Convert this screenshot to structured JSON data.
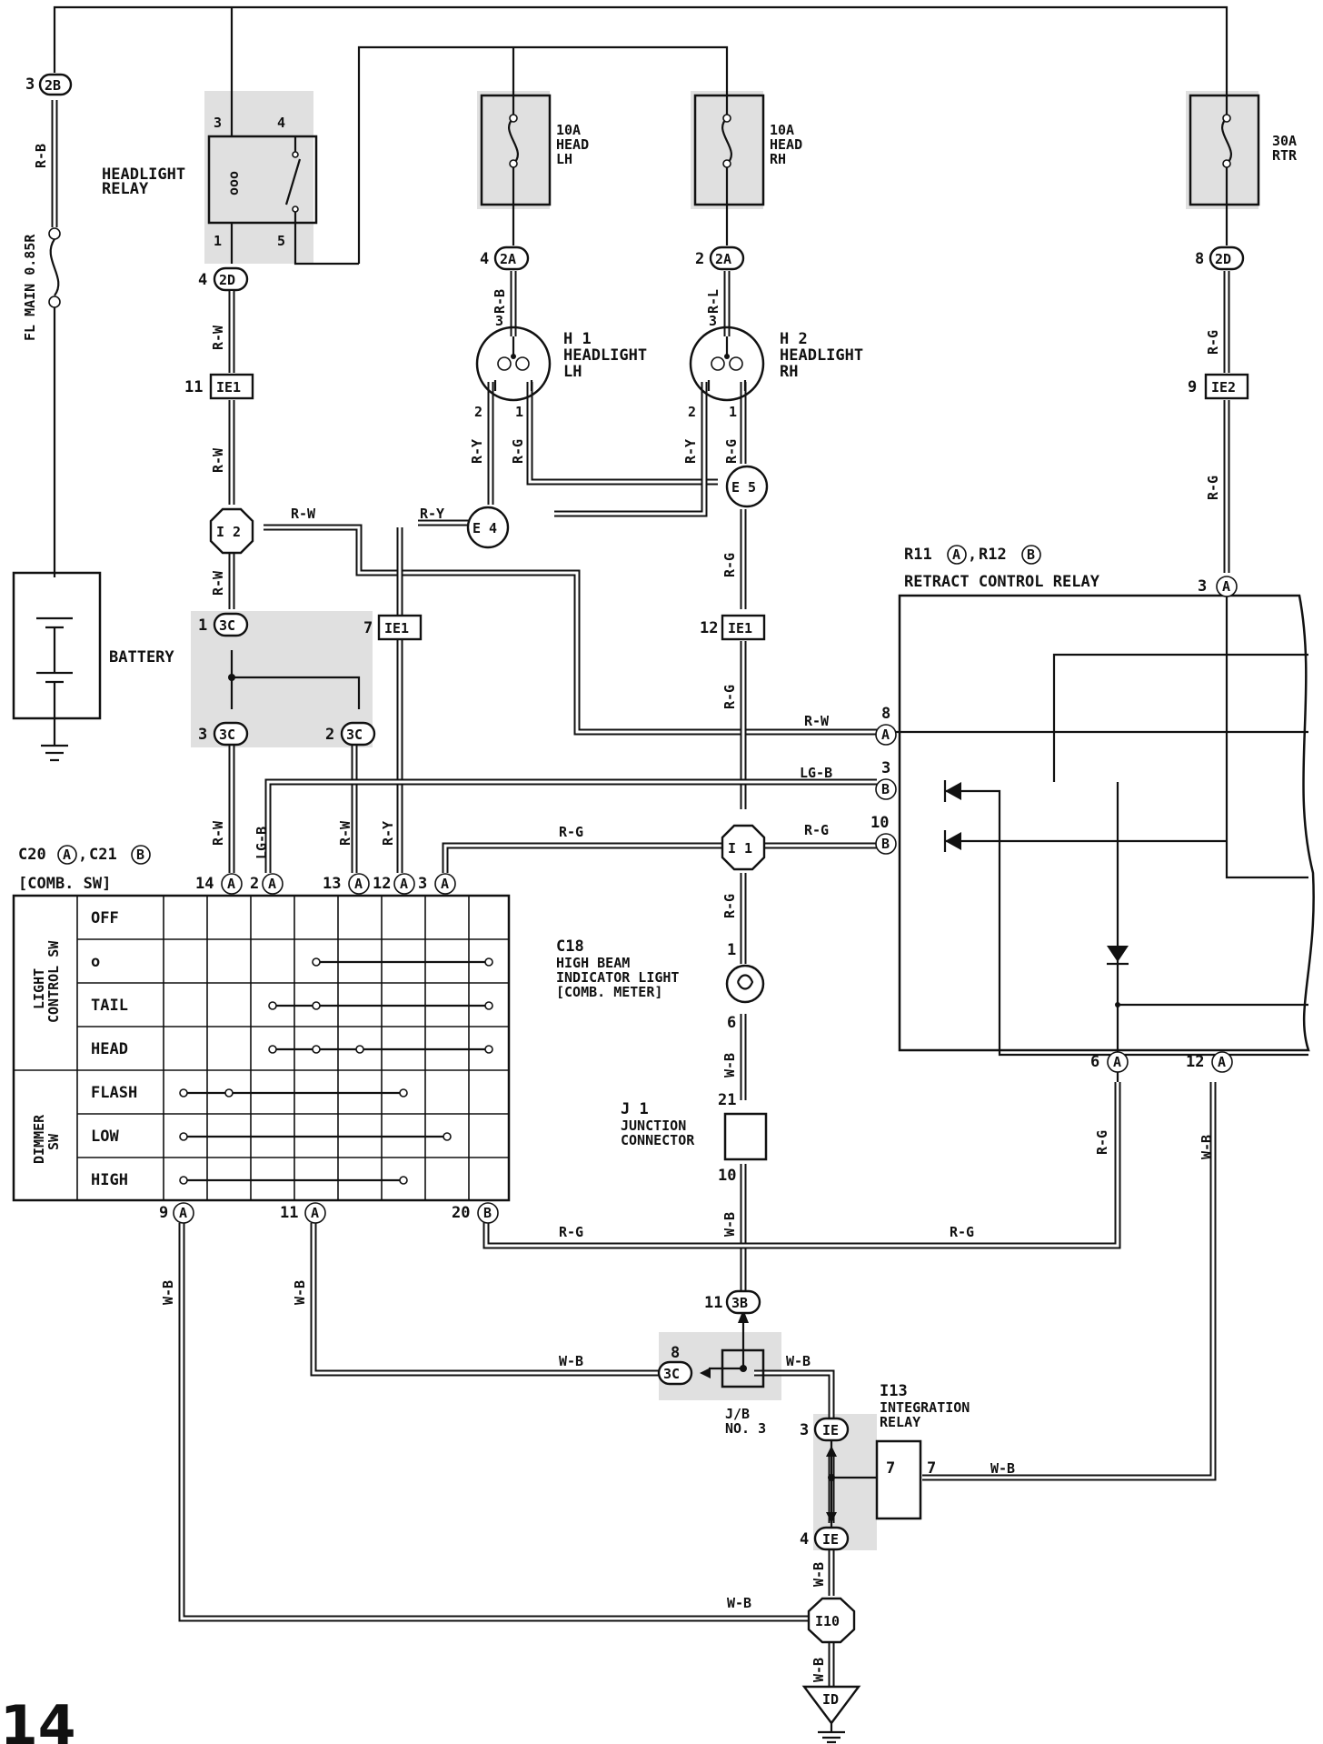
{
  "fuse_main": {
    "label": "FL MAIN 0.85R",
    "wire": "R-B",
    "pin": "3",
    "conn": "2B"
  },
  "battery": {
    "label": "BATTERY"
  },
  "headlight_relay": {
    "label": [
      "HEADLIGHT",
      "RELAY"
    ],
    "pins": [
      "3",
      "4",
      "1",
      "5"
    ],
    "out_pin": "4",
    "out_conn": "2D",
    "coil": "ooo"
  },
  "fuse_lh": {
    "rating": "10A",
    "name": [
      "HEAD",
      "LH"
    ],
    "pin": "4",
    "conn": "2A",
    "wire": "R-B"
  },
  "fuse_rh": {
    "rating": "10A",
    "name": [
      "HEAD",
      "RH"
    ],
    "pin": "2",
    "conn": "2A",
    "wire": "R-L"
  },
  "fuse_rtr": {
    "rating": "30A",
    "name": [
      "RTR"
    ],
    "pin": "8",
    "conn": "2D",
    "wire": "R-G"
  },
  "h1": {
    "id": "H 1",
    "label": [
      "HEADLIGHT",
      "LH"
    ],
    "pins": [
      "3",
      "2",
      "1"
    ],
    "wires": [
      "R-Y",
      "R-G"
    ]
  },
  "h2": {
    "id": "H 2",
    "label": [
      "HEADLIGHT",
      "RH"
    ],
    "pins": [
      "3",
      "2",
      "1"
    ],
    "wires": [
      "R-Y",
      "R-G"
    ]
  },
  "junctions": {
    "i2": "I 2",
    "e4": "E 4",
    "e5": "E 5",
    "i1": "I 1",
    "i10": "I10",
    "id": "ID"
  },
  "ie1_left": {
    "pin": "11",
    "conn": "IE1",
    "wire": "R-W"
  },
  "ie1_mid": {
    "pin": "7",
    "conn": "IE1"
  },
  "ie1_right": {
    "pin": "12",
    "conn": "IE1"
  },
  "ie2": {
    "pin": "9",
    "conn": "IE2",
    "wire": "R-G"
  },
  "wires_misc": {
    "rw": "R-W",
    "ry": "R-Y",
    "rg": "R-G",
    "lgb": "LG-B",
    "wb": "W-B"
  },
  "conn_3c": {
    "a_pin": "1",
    "b_pin": "3",
    "c_pin": "2",
    "name": "3C"
  },
  "retract_relay": {
    "ref": "R11",
    "ref_a": "A",
    "sep": ",",
    "ref2": "R12",
    "ref_b": "B",
    "label": "RETRACT CONTROL RELAY",
    "pins": [
      {
        "num": "3",
        "conn": "A"
      },
      {
        "num": "8",
        "conn": "A",
        "wire": "R-W"
      },
      {
        "num": "3",
        "conn": "B",
        "wire": "LG-B"
      },
      {
        "num": "10",
        "conn": "B",
        "wire": "R-G"
      },
      {
        "num": "6",
        "conn": "A",
        "wire": "R-G"
      },
      {
        "num": "12",
        "conn": "A",
        "wire": "W-B"
      }
    ]
  },
  "comb_sw": {
    "ref": "C20",
    "ref_a": "A",
    "sep": ",",
    "ref2": "C21",
    "ref_b": "B",
    "label": "[COMB. SW]",
    "top_pins": [
      {
        "num": "14",
        "conn": "A"
      },
      {
        "num": "2",
        "conn": "A"
      },
      {
        "num": "13",
        "conn": "A"
      },
      {
        "num": "12",
        "conn": "A"
      },
      {
        "num": "3",
        "conn": "A"
      }
    ],
    "bottom_pins": [
      {
        "num": "9",
        "conn": "A"
      },
      {
        "num": "11",
        "conn": "A"
      },
      {
        "num": "20",
        "conn": "B"
      }
    ],
    "group1": [
      "LIGHT",
      "CONTROL SW"
    ],
    "group2": [
      "DIMMER",
      "SW"
    ],
    "rows": [
      "OFF",
      "o",
      "TAIL",
      "HEAD",
      "FLASH",
      "LOW",
      "HIGH"
    ],
    "top_wires": [
      "R-W",
      "LG-B",
      "R-W",
      "R-Y"
    ]
  },
  "c18": {
    "ref": "C18",
    "label": [
      "HIGH BEAM",
      "INDICATOR LIGHT",
      "[COMB. METER]"
    ],
    "pins": [
      "1",
      "6"
    ],
    "wire_in": "R-G",
    "wire_out": "W-B"
  },
  "j1": {
    "ref": "J 1",
    "label": [
      "JUNCTION",
      "CONNECTOR"
    ],
    "pins": [
      "21",
      "10"
    ],
    "wire": "W-B"
  },
  "jb3": {
    "label": [
      "J/B",
      "NO. 3"
    ],
    "top_pin": "11",
    "top_conn": "3B",
    "left_pin": "8",
    "left_conn": "3C",
    "wire_left": "W-B",
    "wire_right": "W-B"
  },
  "i13": {
    "ref": "I13",
    "label": [
      "INTEGRATION",
      "RELAY"
    ],
    "inner_pin": "7",
    "outer_pin": "7",
    "wire": "W-B"
  },
  "ie_conn": {
    "top_pin": "3",
    "bottom_pin": "4",
    "name": "IE"
  },
  "wire_labels_bottom": {
    "left1": "W-B",
    "left2": "W-B",
    "rg1": "R-G",
    "rg2": "R-G",
    "i10_wire": "W-B",
    "id_wire": "W-B"
  },
  "page_number_fragment": "14"
}
